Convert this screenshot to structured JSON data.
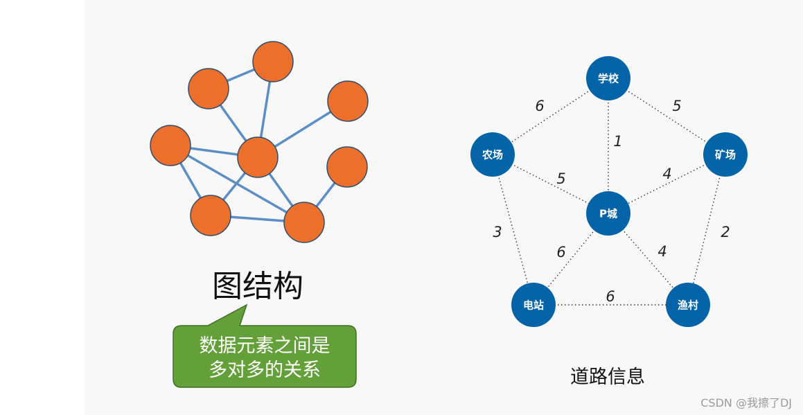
{
  "left_diagram": {
    "title": "图结构",
    "callout_lines": [
      "数据元素之间是",
      "多对多的关系"
    ],
    "node_color": "#ec6f2c",
    "edge_color": "#5b8ec7",
    "callout_color": "#64a03a"
  },
  "road_network": {
    "caption": "道路信息",
    "node_color": "#0563a8",
    "nodes": [
      {
        "id": "school",
        "label": "学校"
      },
      {
        "id": "farm",
        "label": "农场"
      },
      {
        "id": "mine",
        "label": "矿场"
      },
      {
        "id": "pcity",
        "label": "P城"
      },
      {
        "id": "power",
        "label": "电站"
      },
      {
        "id": "fishing",
        "label": "渔村"
      }
    ],
    "edges": [
      {
        "from": "school",
        "to": "farm",
        "weight": "6"
      },
      {
        "from": "school",
        "to": "mine",
        "weight": "5"
      },
      {
        "from": "school",
        "to": "pcity",
        "weight": "1"
      },
      {
        "from": "farm",
        "to": "pcity",
        "weight": "5"
      },
      {
        "from": "mine",
        "to": "pcity",
        "weight": "4"
      },
      {
        "from": "farm",
        "to": "power",
        "weight": "3"
      },
      {
        "from": "mine",
        "to": "fishing",
        "weight": "2"
      },
      {
        "from": "pcity",
        "to": "power",
        "weight": "6"
      },
      {
        "from": "pcity",
        "to": "fishing",
        "weight": "4"
      },
      {
        "from": "power",
        "to": "fishing",
        "weight": "6"
      }
    ]
  },
  "watermark": "CSDN @我擦了DJ"
}
